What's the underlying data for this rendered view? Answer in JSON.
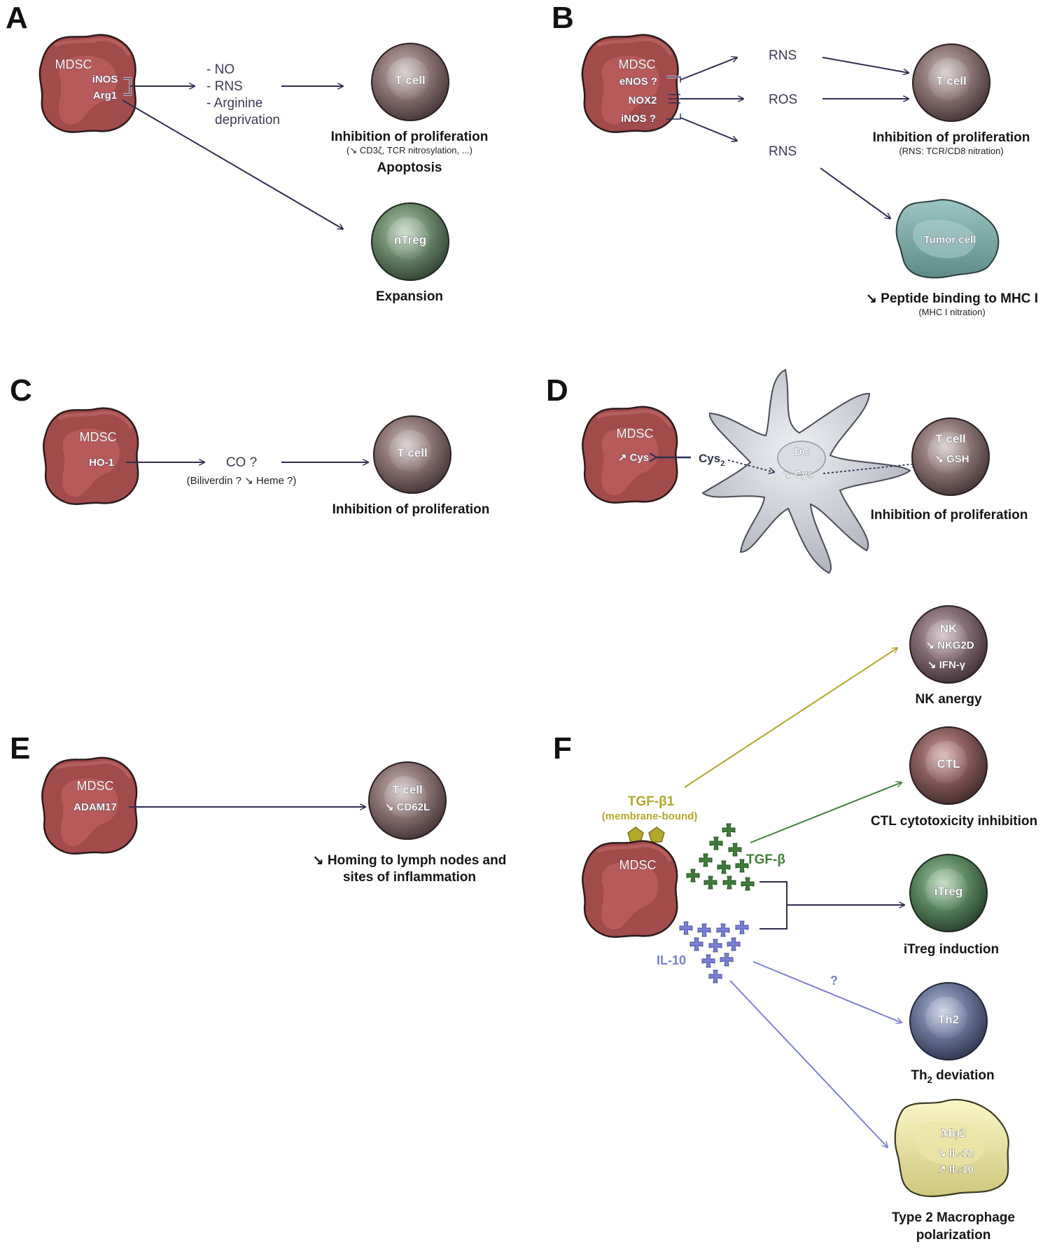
{
  "panels": {
    "A": {
      "label": "A",
      "mdsc": "MDSC",
      "enzymes": [
        "iNOS",
        "Arg1"
      ],
      "mediators": [
        "- NO",
        "- RNS",
        "- Arginine",
        "deprivation"
      ],
      "tcell": "T cell",
      "tcell_caption": "Inhibition of proliferation",
      "tcell_subcaption": "(↘ CD3ζ, TCR nitrosylation, ...)",
      "tcell_caption2": "Apoptosis",
      "ntreg": "nTreg",
      "ntreg_caption": "Expansion"
    },
    "B": {
      "label": "B",
      "mdsc": "MDSC",
      "enzymes": [
        "eNOS ?",
        "NOX2",
        "iNOS ?"
      ],
      "mediators": [
        "RNS",
        "ROS",
        "RNS"
      ],
      "tcell": "T cell",
      "tcell_caption": "Inhibition of proliferation",
      "tcell_subcaption": "(RNS: TCR/CD8 nitration)",
      "tumor": "Tumor cell",
      "tumor_caption": "↘ Peptide binding to MHC I",
      "tumor_subcaption": "(MHC I nitration)"
    },
    "C": {
      "label": "C",
      "mdsc": "MDSC",
      "enzyme": "HO-1",
      "mediator": "CO ?",
      "mediator_sub": "(Biliverdin ? ↘ Heme ?)",
      "tcell": "T cell",
      "tcell_caption": "Inhibition of proliferation"
    },
    "D": {
      "label": "D",
      "mdsc": "MDSC",
      "mdsc_cys": "↗ Cys",
      "cys2": "Cys",
      "cys2_sub": "2",
      "dc": "DC",
      "dc_cys": "↘ Cys",
      "tcell": "T cell",
      "tcell_gsh": "↘ GSH",
      "tcell_caption": "Inhibition of proliferation"
    },
    "E": {
      "label": "E",
      "mdsc": "MDSC",
      "enzyme": "ADAM17",
      "tcell": "T cell",
      "tcell_marker": "↘ CD62L",
      "caption_line1": "↘ Homing to lymph nodes and",
      "caption_line2": "sites of inflammation"
    },
    "F": {
      "label": "F",
      "mdsc": "MDSC",
      "tgfb1": "TGF-β1",
      "tgfb1_sub": "(membrane-bound)",
      "tgfb": "TGF-β",
      "il10": "IL-10",
      "question": "?",
      "nk": "NK",
      "nk_markers": [
        "↘ NKG2D",
        "↘ IFN-γ"
      ],
      "nk_caption": "NK anergy",
      "ctl": "CTL",
      "ctl_caption": "CTL cytotoxicity inhibition",
      "itreg": "iTreg",
      "itreg_caption": "iTreg induction",
      "th2": "Th2",
      "th2_caption_pre": "Th",
      "th2_caption_sub": "2",
      "th2_caption_post": " deviation",
      "macro": "Mφ2",
      "macro_markers": [
        "↘ IL-12",
        "↗ IL-10"
      ],
      "macro_caption1": "Type 2 Macrophage",
      "macro_caption2": "polarization"
    }
  },
  "colors": {
    "mdsc": "#a44d4d",
    "tcell": "#8a6f6f",
    "treg": "#6e8b6e",
    "tumor": "#7faaa8",
    "dc": "#c9ccd3",
    "ctl": "#8c5d5d",
    "itreg": "#5b8560",
    "th2": "#6d7a9c",
    "macro": "#e6e0a2",
    "arrow": "#2e2e52",
    "tgfb1": "#b2a82a",
    "tgfb": "#3f7e3a",
    "il10": "#7a80d6"
  }
}
